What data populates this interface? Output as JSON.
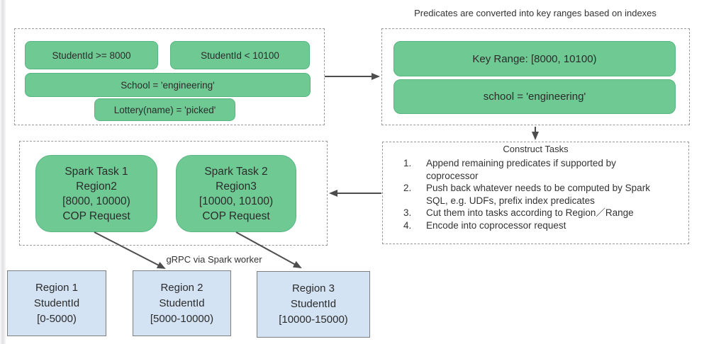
{
  "title": "Predicates are converted into key ranges based on indexes",
  "colors": {
    "box_green": "#6fc993",
    "box_green_border": "#56b581",
    "region_blue": "#d3e3f3",
    "region_border": "#7e7e7e",
    "dashed_border": "#999999",
    "arrow": "#4d4d4d",
    "text": "#2e2e2e"
  },
  "predicates": {
    "items": [
      {
        "label": "StudentId >= 8000"
      },
      {
        "label": "StudentId < 10100"
      },
      {
        "label": "School = 'engineering'"
      },
      {
        "label": "Lottery(name) = 'picked'"
      }
    ]
  },
  "key_range": {
    "items": [
      {
        "label": "Key Range: [8000, 10100)"
      },
      {
        "label": "school = 'engineering'"
      }
    ]
  },
  "construct_tasks": {
    "title": "Construct Tasks",
    "steps": [
      {
        "num": "1.",
        "text": "Append remaining predicates if supported by coprocessor"
      },
      {
        "num": "2.",
        "text": "Push back whatever needs to be computed by Spark SQL, e.g. UDFs, prefix index predicates"
      },
      {
        "num": "3.",
        "text": "Cut them into tasks according to Region／Range"
      },
      {
        "num": "4.",
        "text": "Encode into coprocessor request"
      }
    ]
  },
  "spark_tasks": [
    {
      "lines": [
        "Spark Task 1",
        "Region2",
        "[8000, 10000)",
        "COP Request"
      ]
    },
    {
      "lines": [
        "Spark Task 2",
        "Region3",
        "[10000, 10100)",
        "COP Request"
      ]
    }
  ],
  "grpc_label": "gRPC via Spark worker",
  "regions": [
    {
      "lines": [
        "Region 1",
        "StudentId",
        "[0-5000)"
      ]
    },
    {
      "lines": [
        "Region 2",
        "StudentId",
        "[5000-10000)"
      ]
    },
    {
      "lines": [
        "Region 3",
        "StudentId",
        "[10000-15000)"
      ]
    }
  ]
}
